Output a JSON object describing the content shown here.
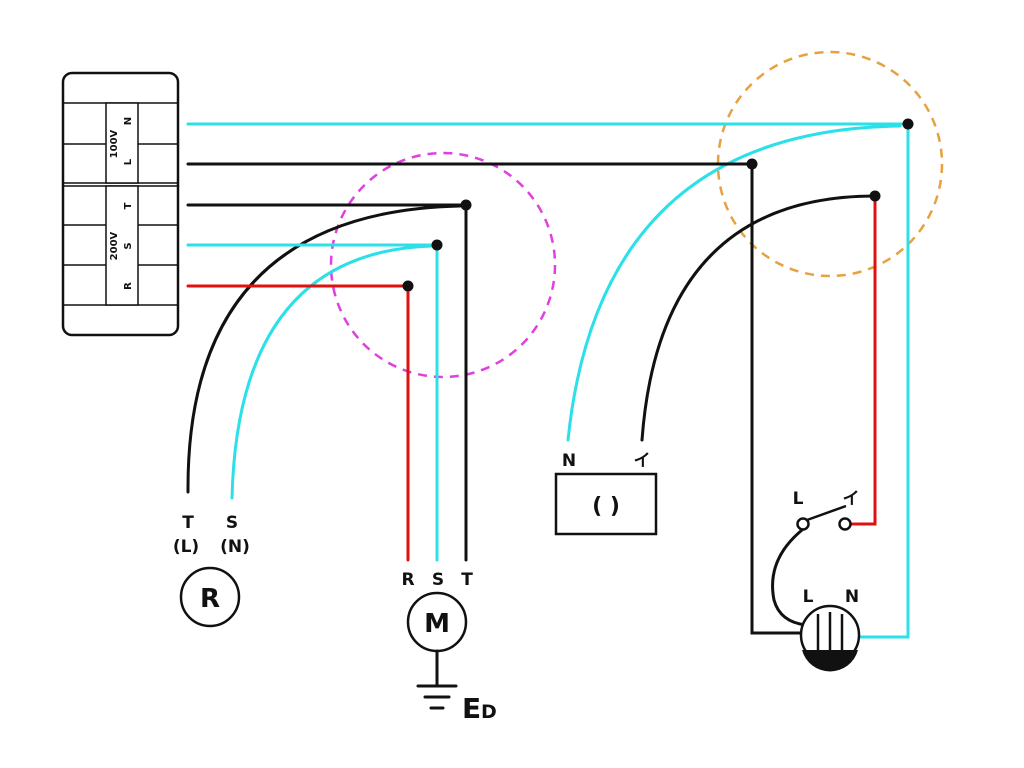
{
  "colors": {
    "neutral_wire": "#2be0e8",
    "hot_wire": "#111111",
    "red_wire": "#e01010",
    "circle_left": "#e040e0",
    "circle_right": "#e8a040"
  },
  "panel": {
    "v100": "100V",
    "n": "N",
    "l": "L",
    "v200": "200V",
    "t": "T",
    "s": "S",
    "r": "R"
  },
  "heater": {
    "t": "T",
    "s": "S",
    "l_paren": "(L)",
    "n_paren": "(N)",
    "symbol": "R"
  },
  "motor": {
    "r": "R",
    "s": "S",
    "t": "T",
    "symbol": "M",
    "earth_e": "E",
    "earth_d": "D"
  },
  "outlet": {
    "n": "N",
    "i": "イ",
    "symbol": "( )"
  },
  "lamp": {
    "switch_l": "L",
    "switch_i": "イ",
    "l": "L",
    "n": "N"
  },
  "icons": [
    "heater-symbol-icon",
    "motor-symbol-icon",
    "earth-ground-icon",
    "outlet-icon",
    "switch-icon",
    "lamp-receptacle-icon"
  ]
}
